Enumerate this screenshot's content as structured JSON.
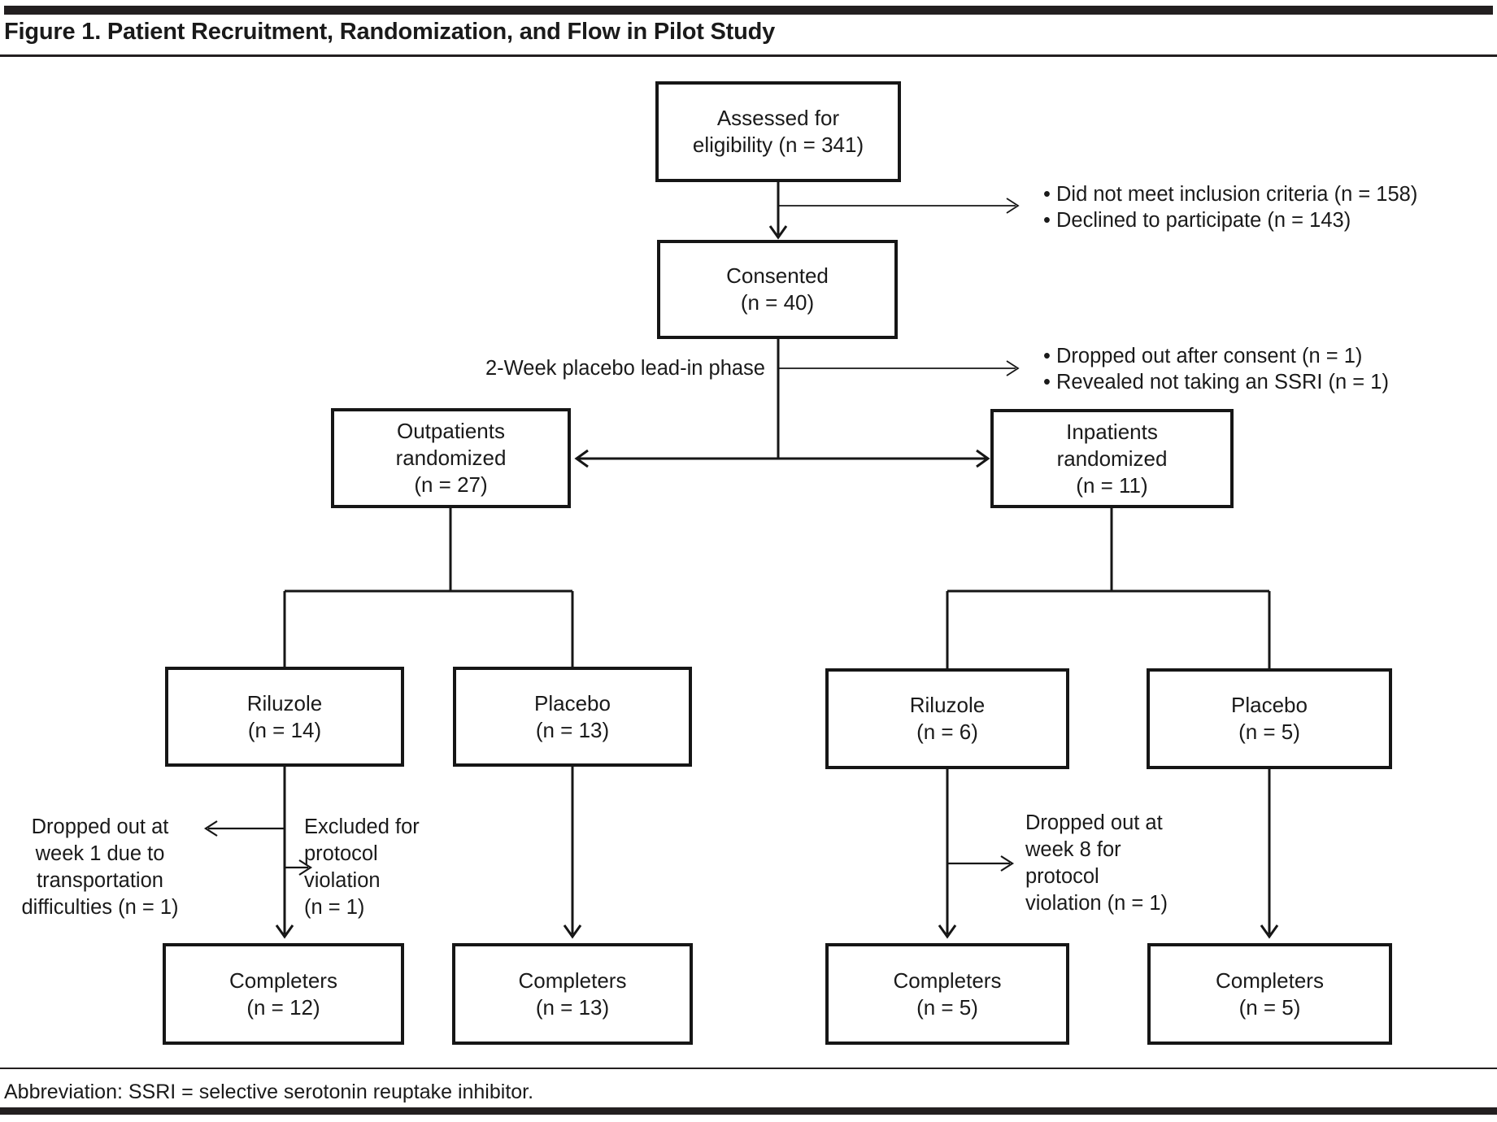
{
  "colors": {
    "line": "#161616",
    "text": "#1a1a1a",
    "bar": "#231f20",
    "background": "#ffffff"
  },
  "figure": {
    "title": "Figure 1. Patient Recruitment, Randomization, and Flow in Pilot Study",
    "footnote": "Abbreviation: SSRI = selective serotonin reuptake inhibitor."
  },
  "nodes": {
    "assessed": "Assessed for\neligibility (n = 341)",
    "consented": "Consented\n(n = 40)",
    "outpatients": "Outpatients\nrandomized\n(n = 27)",
    "inpatients": "Inpatients\nrandomized\n(n = 11)",
    "riluzole_outpatient": "Riluzole\n(n = 14)",
    "placebo_outpatient": "Placebo\n(n = 13)",
    "riluzole_inpatient": "Riluzole\n(n = 6)",
    "placebo_inpatient": "Placebo\n(n = 5)",
    "completers_riluzole_outpatient": "Completers\n(n = 12)",
    "completers_placebo_outpatient": "Completers\n(n = 13)",
    "completers_riluzole_inpatient": "Completers\n(n = 5)",
    "completers_placebo_inpatient": "Completers\n(n = 5)"
  },
  "annotations": {
    "leadin_label": "2-Week placebo lead-in phase",
    "screening_exclusions": {
      "bullets": [
        "• Did not meet inclusion criteria (n = 158)",
        "• Declined to participate (n = 143)"
      ]
    },
    "leadin_exclusions": {
      "bullets": [
        "• Dropped out after consent (n = 1)",
        "• Revealed not taking an SSRI (n = 1)"
      ]
    },
    "dropout_week1": "Dropped out at\nweek 1 due to\ntransportation\ndifficulties (n = 1)",
    "excluded_protocol": "Excluded for\nprotocol\nviolation\n(n = 1)",
    "dropout_week8": "Dropped out at\nweek 8 for\nprotocol\nviolation (n = 1)"
  }
}
